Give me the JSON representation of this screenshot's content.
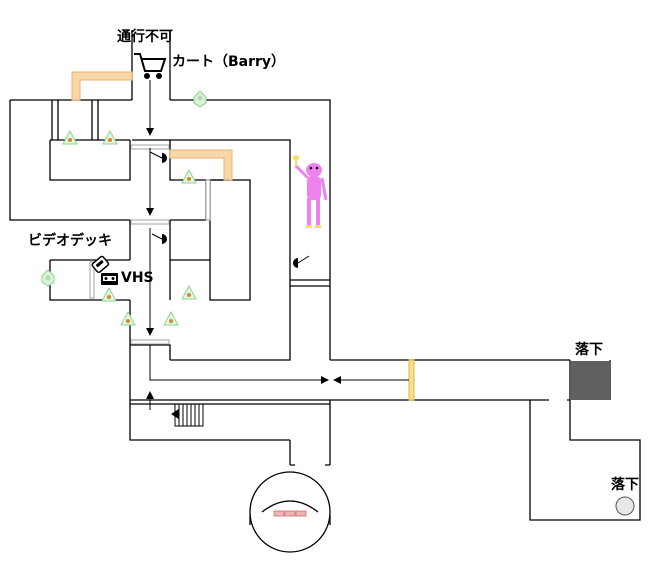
{
  "labels": {
    "no_passage": "通行不可",
    "cart": "カート（Barry）",
    "video_deck": "ビデオデッキ",
    "vhs": "VHS",
    "drop_1": "落下",
    "drop_2": "落下"
  },
  "colors": {
    "wall": "#000000",
    "orange_barrier": "#f9d8a8",
    "orange_barrier_edge": "#e6b070",
    "yellow_door": "#f7e08a",
    "pit": "#606060",
    "pink_figure": "#ee82ee",
    "sensor_fill": "#d8f3d8",
    "sensor_dot": "#d08a2a",
    "pink_pad": "#f4b3b3"
  },
  "icons": [
    "cart-icon",
    "video-deck-icon",
    "vhs-tape-icon",
    "hex-marker-icon",
    "triangle-sensor-icon",
    "security-camera-icon",
    "pink-monster-icon",
    "stairs-icon",
    "drop-pit-icon",
    "round-hole-icon"
  ]
}
